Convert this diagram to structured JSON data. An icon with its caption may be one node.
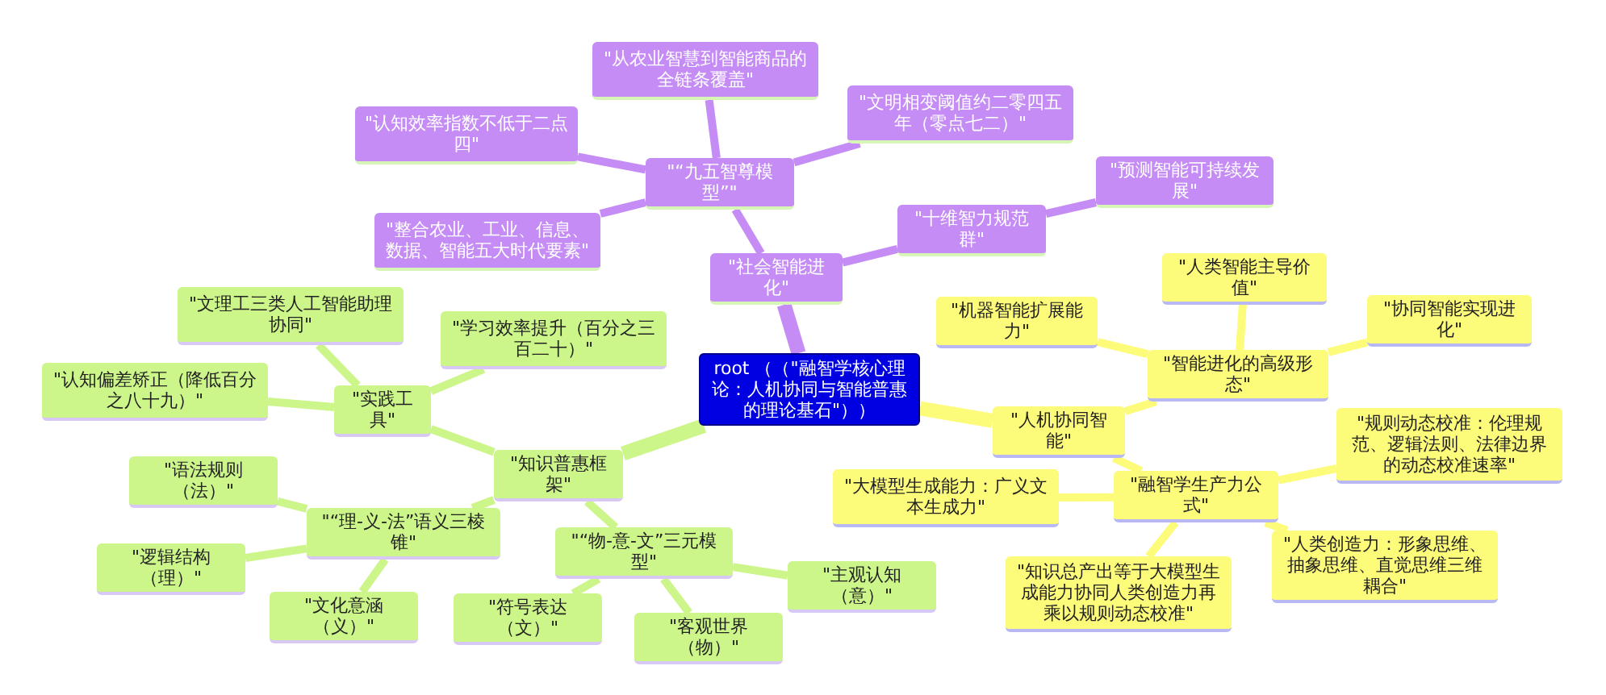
{
  "diagram": {
    "nodes": [
      {
        "text": [
          "root （（\"融智学核心理论：人机协同与智能普惠的理论基石\"））"
        ]
      },
      {
        "text": [
          "\"社会智能进化\""
        ]
      },
      {
        "text": [
          "\"“九五智尊模型”\""
        ]
      },
      {
        "text": [
          "\"从农业智慧到智能商品的全链条覆盖\""
        ]
      },
      {
        "text": [
          "\"认知效率指数不低于二点四\""
        ]
      },
      {
        "text": [
          "\"文明相变阈值约二零四五年（零点七二）\""
        ]
      },
      {
        "text": [
          "\"整合农业、工业、信息、数据、智能五大时代要素\""
        ]
      },
      {
        "text": [
          "\"十维智力规范群\""
        ]
      },
      {
        "text": [
          "\"预测智能可持续发展\""
        ]
      },
      {
        "text": [
          "\"人机协同智能\""
        ]
      },
      {
        "text": [
          "\"智能进化的高级形态\""
        ]
      },
      {
        "text": [
          "\"机器智能扩展能力\""
        ]
      },
      {
        "text": [
          "\"人类智能主导价值\""
        ]
      },
      {
        "text": [
          "\"协同智能实现进化\""
        ]
      },
      {
        "text": [
          "\"融智学生产力公式\""
        ]
      },
      {
        "text": [
          "\"规则动态校准：伦理规范、逻辑法则、法律边界的动态校准速率\""
        ]
      },
      {
        "text": [
          "\"大模型生成能力：广义文本生成力\""
        ]
      },
      {
        "text": [
          "\"人类创造力：形象思维、抽象思维、直觉思维三维耦合\""
        ]
      },
      {
        "text": [
          "\"知识总产出等于大模型生成能力协同人类创造力再乘以规则动态校准\""
        ]
      },
      {
        "text": [
          "\"知识普惠框架\""
        ]
      },
      {
        "text": [
          "\"实践工具\""
        ]
      },
      {
        "text": [
          "\"文理工三类人工智能助理协同\""
        ]
      },
      {
        "text": [
          "\"学习效率提升（百分之三百二十）\""
        ]
      },
      {
        "text": [
          "\"认知偏差矫正（降低百分之八十九）\""
        ]
      },
      {
        "text": [
          "\"“理-义-法”语义三棱锥\""
        ]
      },
      {
        "text": [
          "\"语法规则（法）\""
        ]
      },
      {
        "text": [
          "\"逻辑结构（理）\""
        ]
      },
      {
        "text": [
          "\"文化意涵（义）\""
        ]
      },
      {
        "text": [
          "\"“物-意-文”三元模型\""
        ]
      },
      {
        "text": [
          "\"主观认知（意）\""
        ]
      },
      {
        "text": [
          "\"符号表达（文）\""
        ]
      },
      {
        "text": [
          "\"客观世界（物）\""
        ]
      }
    ],
    "edges": [
      {
        "from": 0,
        "to": 1,
        "arrow": "none",
        "style": "thick",
        "color": "#c58cf5"
      },
      {
        "from": 1,
        "to": 2,
        "arrow": "none",
        "color": "#c58cf5"
      },
      {
        "from": 2,
        "to": 3,
        "arrow": "none",
        "color": "#c58cf5"
      },
      {
        "from": 2,
        "to": 4,
        "arrow": "none",
        "color": "#c58cf5"
      },
      {
        "from": 2,
        "to": 5,
        "arrow": "none",
        "color": "#c58cf5"
      },
      {
        "from": 2,
        "to": 6,
        "arrow": "none",
        "color": "#c58cf5"
      },
      {
        "from": 1,
        "to": 7,
        "arrow": "none",
        "color": "#c58cf5"
      },
      {
        "from": 7,
        "to": 8,
        "arrow": "none",
        "color": "#c58cf5"
      },
      {
        "from": 0,
        "to": 9,
        "arrow": "none",
        "style": "thick",
        "color": "#fdfb7a"
      },
      {
        "from": 9,
        "to": 10,
        "arrow": "none",
        "color": "#fdfb7a"
      },
      {
        "from": 10,
        "to": 11,
        "arrow": "none",
        "color": "#fdfb7a"
      },
      {
        "from": 10,
        "to": 12,
        "arrow": "none",
        "color": "#fdfb7a"
      },
      {
        "from": 10,
        "to": 13,
        "arrow": "none",
        "color": "#fdfb7a"
      },
      {
        "from": 9,
        "to": 14,
        "arrow": "none",
        "color": "#fdfb7a"
      },
      {
        "from": 14,
        "to": 15,
        "arrow": "none",
        "color": "#fdfb7a"
      },
      {
        "from": 14,
        "to": 16,
        "arrow": "none",
        "color": "#fdfb7a"
      },
      {
        "from": 14,
        "to": 17,
        "arrow": "none",
        "color": "#fdfb7a"
      },
      {
        "from": 14,
        "to": 18,
        "arrow": "none",
        "color": "#fdfb7a"
      },
      {
        "from": 0,
        "to": 19,
        "arrow": "none",
        "style": "thick"
      },
      {
        "from": 19,
        "to": 20,
        "arrow": "none"
      },
      {
        "from": 20,
        "to": 21,
        "arrow": "none"
      },
      {
        "from": 20,
        "to": 22,
        "arrow": "none"
      },
      {
        "from": 20,
        "to": 23,
        "arrow": "none"
      },
      {
        "from": 19,
        "to": 24,
        "arrow": "none"
      },
      {
        "from": 24,
        "to": 25,
        "arrow": "none"
      },
      {
        "from": 24,
        "to": 26,
        "arrow": "none"
      },
      {
        "from": 24,
        "to": 27,
        "arrow": "none"
      },
      {
        "from": 19,
        "to": 28,
        "arrow": "none"
      },
      {
        "from": 28,
        "to": 29,
        "arrow": "none"
      },
      {
        "from": 28,
        "to": 30,
        "arrow": "none"
      },
      {
        "from": 28,
        "to": 31,
        "arrow": "none"
      }
    ]
  }
}
